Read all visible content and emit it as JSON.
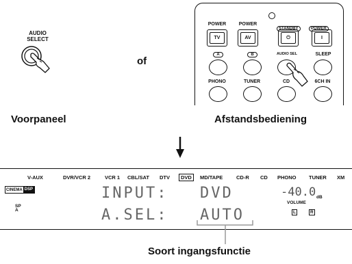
{
  "front_panel": {
    "button_label_line1": "AUDIO",
    "button_label_line2": "SELECT",
    "caption": "Voorpaneel"
  },
  "connector": "of",
  "remote": {
    "caption": "Afstandsbediening",
    "row1": {
      "power_tv_label": "POWER",
      "power_tv_key": "TV",
      "power_av_label": "POWER",
      "power_av_key": "AV",
      "standby_label": "STANDBY",
      "standby_key": "⏻",
      "power_on_label": "POWER",
      "power_on_key": "I"
    },
    "row2": {
      "a_label": "A",
      "b_label": "B",
      "audio_sel_label": "AUDIO SEL",
      "sleep_label": "SLEEP"
    },
    "row3": {
      "phono": "PHONO",
      "tuner": "TUNER",
      "cd": "CD",
      "multi": "6CH IN"
    }
  },
  "display": {
    "inputs": [
      "V-AUX",
      "DVR/VCR 2",
      "VCR 1",
      "CBL/SAT",
      "DTV",
      "DVD",
      "MD/TAPE",
      "CD-R",
      "CD",
      "PHONO",
      "TUNER",
      "XM"
    ],
    "selected_input": "DVD",
    "cinema_dsp": "CINEMA DSP",
    "sp_line1": "SP",
    "sp_line2": "A",
    "line1_left": "INPUT:",
    "line1_right": "DVD",
    "line2_left": "A.SEL:",
    "line2_right": "AUTO",
    "volume_value": "-40.0",
    "volume_unit": "dB",
    "volume_label": "VOLUME",
    "left_indicator": "L",
    "right_indicator": "R"
  },
  "annotation": "Soort ingangsfunctie"
}
